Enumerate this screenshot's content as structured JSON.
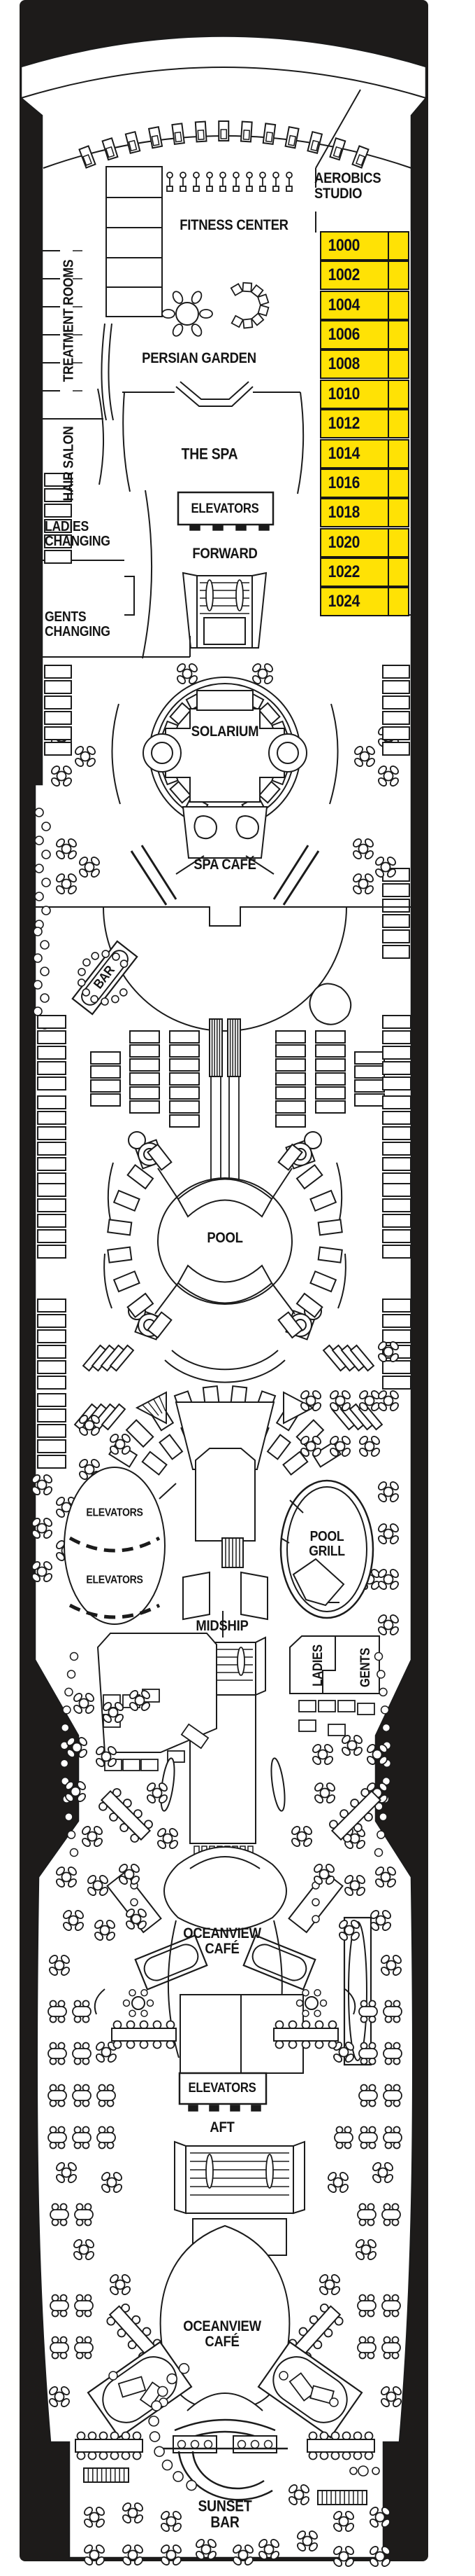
{
  "deck_plan": {
    "description": "Cruise ship deck plan, forward at top and aft at bottom",
    "colors": {
      "cabin_yellow": "#ffe205",
      "ink": "#1b1b1b",
      "silhouette": "#1d1b1a"
    }
  },
  "labels": {
    "aerobics_studio": "AEROBICS\nSTUDIO",
    "fitness_center": "FITNESS CENTER",
    "treatment_rooms": "TREATMENT ROOMS",
    "persian_garden": "PERSIAN GARDEN",
    "hair_salon": "HAIR SALON",
    "the_spa": "THE SPA",
    "elevators_spa": "ELEVATORS",
    "forward": "FORWARD",
    "ladies_changing": "LADIES\nCHANGING",
    "gents_changing": "GENTS\nCHANGING",
    "solarium": "SOLARIUM",
    "spa_cafe": "SPA CAFÉ",
    "bar": "BAR",
    "pool": "POOL",
    "elevators_mid_1": "ELEVATORS",
    "elevators_mid_2": "ELEVATORS",
    "pool_grill": "POOL\nGRILL",
    "midship": "MIDSHIP",
    "ladies": "LADIES",
    "gents": "GENTS",
    "oceanview_cafe_1": "OCEANVIEW\nCAFÉ",
    "elevators_aft": "ELEVATORS",
    "aft": "AFT",
    "oceanview_cafe_2": "OCEANVIEW\nCAFÉ",
    "sunset_bar": "SUNSET\nBAR"
  },
  "cabins": [
    "1000",
    "1002",
    "1004",
    "1006",
    "1008",
    "1010",
    "1012",
    "1014",
    "1016",
    "1018",
    "1020",
    "1022",
    "1024"
  ]
}
